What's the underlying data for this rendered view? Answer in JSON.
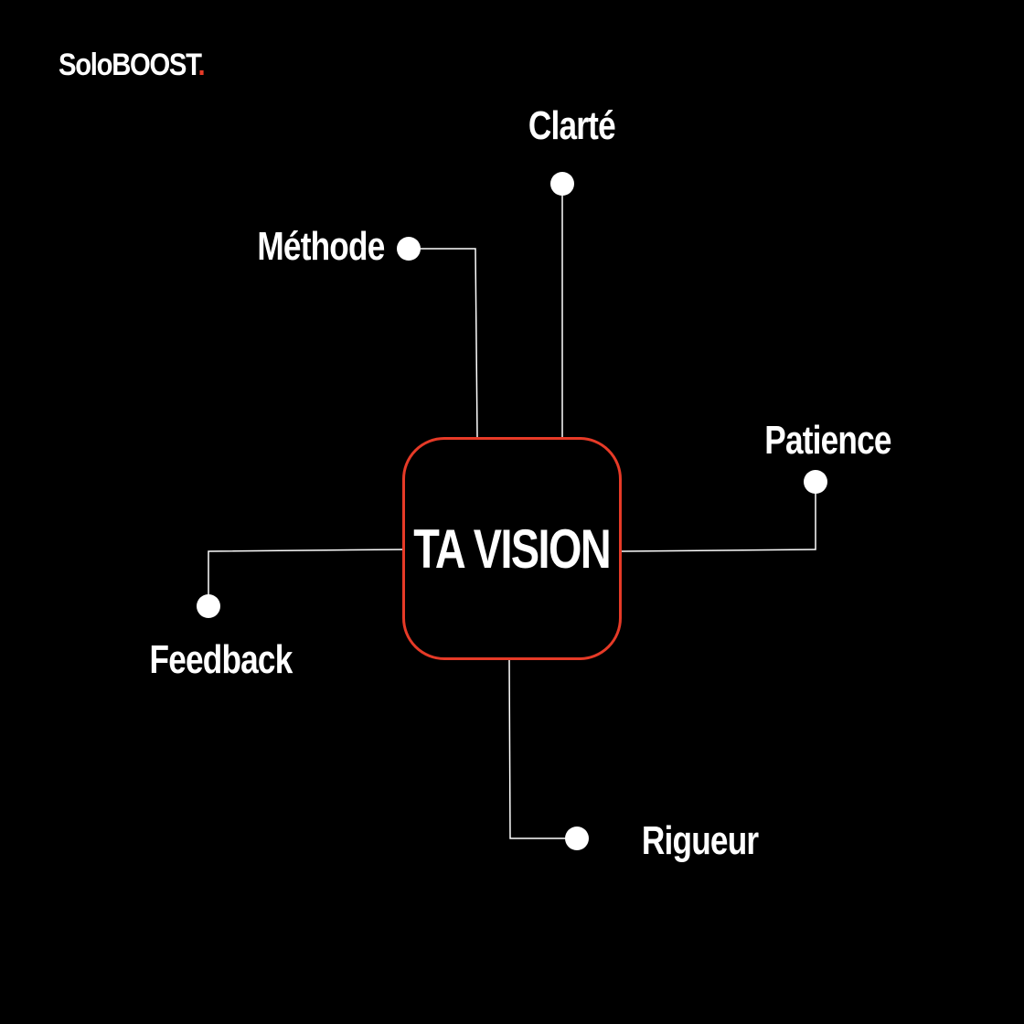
{
  "brand": {
    "name": "SoloBOOST",
    "dot": ".",
    "accent_color": "#e63a27"
  },
  "center": {
    "label": "TA VISION",
    "border_color": "#e63a27"
  },
  "nodes": {
    "clarte": "Clarté",
    "methode": "Méthode",
    "patience": "Patience",
    "feedback": "Feedback",
    "rigueur": "Rigueur"
  },
  "colors": {
    "background": "#000000",
    "text": "#ffffff",
    "connector": "#ffffff"
  }
}
